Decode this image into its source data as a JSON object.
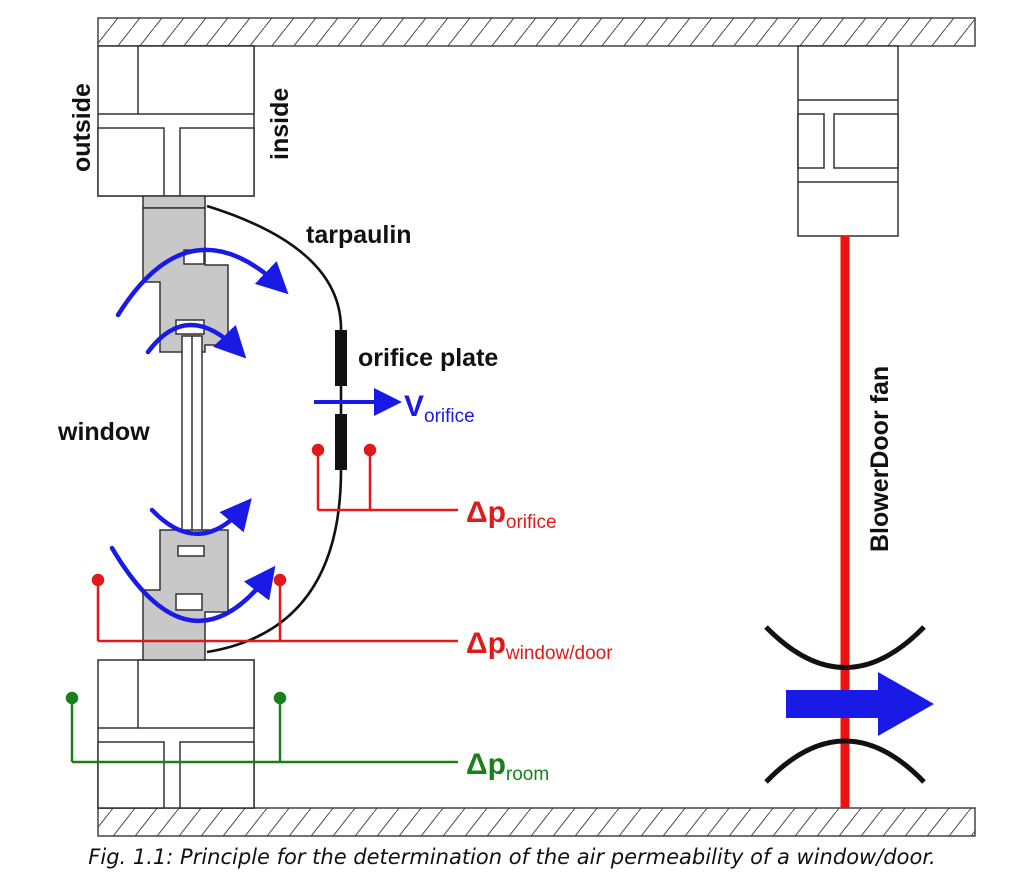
{
  "labels": {
    "outside": "outside",
    "inside": "inside",
    "tarpaulin": "tarpaulin",
    "orifice_plate": "orifice plate",
    "window": "window",
    "blowerdoor_fan": "BlowerDoor fan"
  },
  "measurements": {
    "v_orifice": {
      "main": "V",
      "sub": "orifice"
    },
    "dp_orifice": {
      "main": "Δp",
      "sub": "orifice"
    },
    "dp_window_door": {
      "main": "Δp",
      "sub": "window/door"
    },
    "dp_room": {
      "main": "Δp",
      "sub": "room"
    }
  },
  "caption": "Fig. 1.1:  Principle for the determination of the air permeability of a window/door.",
  "colors": {
    "airflow": "#1a1ae6",
    "orifice_pressure": "#e01a1a",
    "window_pressure": "#e01a1a",
    "room_pressure": "#1a801a",
    "fan_axis": "#ee1111",
    "window_frame": "#c8c8c8",
    "tarpaulin": "#111111"
  }
}
